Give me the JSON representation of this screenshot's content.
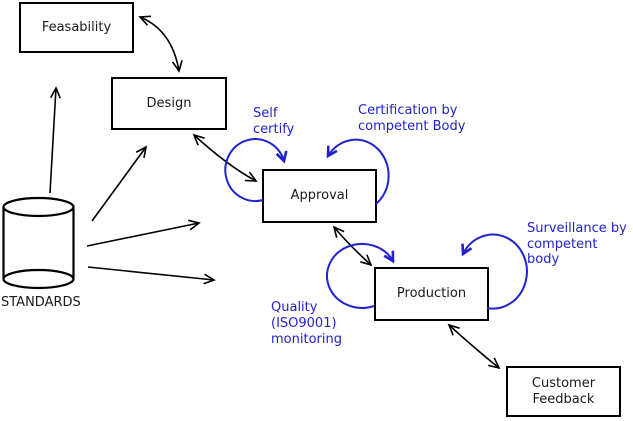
{
  "diagram": {
    "nodes": {
      "feasability": {
        "label": "Feasability"
      },
      "design": {
        "label": "Design"
      },
      "approval": {
        "label": "Approval"
      },
      "production": {
        "label": "Production"
      },
      "customer_feedback": {
        "label": "Customer\nFeedback"
      }
    },
    "datastore": {
      "label": "STANDARDS"
    },
    "annotations": {
      "self_certify": {
        "label": "Self\ncertify"
      },
      "certification": {
        "label": "Certification by\ncompetent Body"
      },
      "surveillance": {
        "label": "Surveillance by\ncompetent body"
      },
      "quality": {
        "label": "Quality\n(ISO9001)\nmonitoring"
      }
    },
    "colors": {
      "annotation_blue": "#2222cc",
      "line_black": "#000000",
      "background": "#ffffff"
    },
    "connections": [
      {
        "from": "feasability",
        "to": "design",
        "style": "double-arrow"
      },
      {
        "from": "design",
        "to": "approval",
        "style": "double-arrow"
      },
      {
        "from": "approval",
        "to": "production",
        "style": "double-arrow"
      },
      {
        "from": "production",
        "to": "customer_feedback",
        "style": "double-arrow"
      },
      {
        "from": "standards",
        "to": "feasability",
        "style": "arrow"
      },
      {
        "from": "standards",
        "to": "design",
        "style": "arrow"
      },
      {
        "from": "standards",
        "to": "approval",
        "style": "arrow"
      },
      {
        "from": "standards",
        "to": "production",
        "style": "arrow"
      },
      {
        "node": "approval",
        "loop": "self_certify",
        "side": "left"
      },
      {
        "node": "approval",
        "loop": "certification",
        "side": "right"
      },
      {
        "node": "production",
        "loop": "quality",
        "side": "left"
      },
      {
        "node": "production",
        "loop": "surveillance",
        "side": "right"
      }
    ]
  }
}
